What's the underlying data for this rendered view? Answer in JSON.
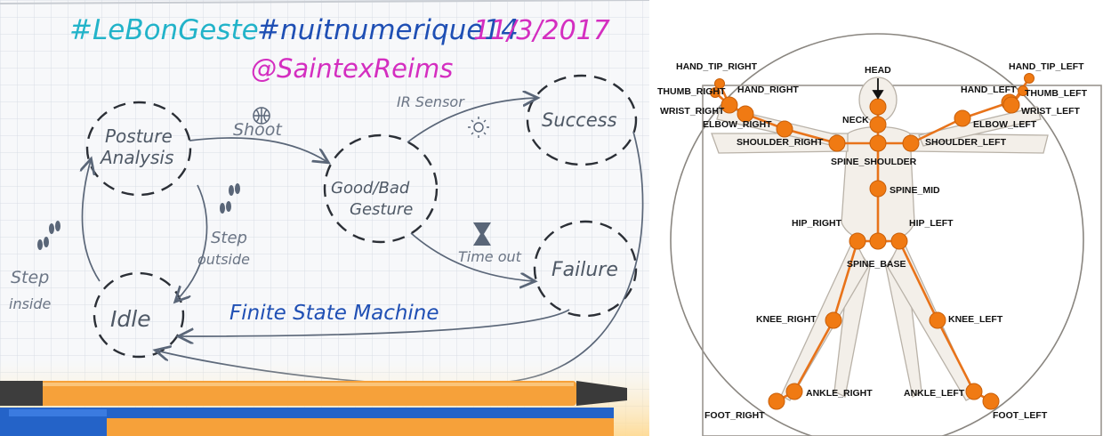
{
  "colors": {
    "header_cyan": "#22b3c9",
    "header_blue": "#1f4fb4",
    "header_magenta": "#d42ec0",
    "pencil": "#5a6678",
    "ink": "#2b3a5c",
    "grid": "#d9dee5",
    "joint_orange": "#f07a13",
    "bone_orange": "#e8731a",
    "marker_orange": "#f6a13a",
    "marker_blue": "#2463c8"
  },
  "sketch": {
    "hashtags": [
      "#LeBonGeste",
      "#nuitnumerique14",
      "11/3/2017"
    ],
    "handle": "@SaintexReims",
    "states": {
      "posture_line1": "Posture",
      "posture_line2": "Analysis",
      "good_bad_line1": "Good/Bad",
      "good_bad_line2": "Gesture",
      "success": "Success",
      "failure": "Failure",
      "idle": "Idle"
    },
    "transitions": {
      "shoot": "Shoot",
      "ir_sensor": "IR Sensor",
      "timeout": "Time out",
      "step_outside_line1": "Step",
      "step_outside_line2": "outside",
      "step_inside_line1": "Step",
      "step_inside_line2": "inside"
    },
    "icons": [
      "basketball-icon",
      "sun-icon",
      "hourglass-icon",
      "footprints-icon"
    ],
    "caption": "Finite State Machine"
  },
  "skeleton": {
    "joints": {
      "head": "HEAD",
      "neck": "NECK",
      "spine_shoulder": "SPINE_SHOULDER",
      "spine_mid": "SPINE_MID",
      "spine_base": "SPINE_BASE",
      "shoulder_right": "SHOULDER_RIGHT",
      "shoulder_left": "SHOULDER_LEFT",
      "elbow_right": "ELBOW_RIGHT",
      "elbow_left": "ELBOW_LEFT",
      "wrist_right": "WRIST_RIGHT",
      "wrist_left": "WRIST_LEFT",
      "hand_right": "HAND_RIGHT",
      "hand_left": "HAND_LEFT",
      "thumb_right": "THUMB_RIGHT",
      "thumb_left": "THUMB_LEFT",
      "hand_tip_right": "HAND_TIP_RIGHT",
      "hand_tip_left": "HAND_TIP_LEFT",
      "hip_right": "HIP_RIGHT",
      "hip_left": "HIP_LEFT",
      "knee_right": "KNEE_RIGHT",
      "knee_left": "KNEE_LEFT",
      "ankle_right": "ANKLE_RIGHT",
      "ankle_left": "ANKLE_LEFT",
      "foot_right": "FOOT_RIGHT",
      "foot_left": "FOOT_LEFT"
    }
  }
}
